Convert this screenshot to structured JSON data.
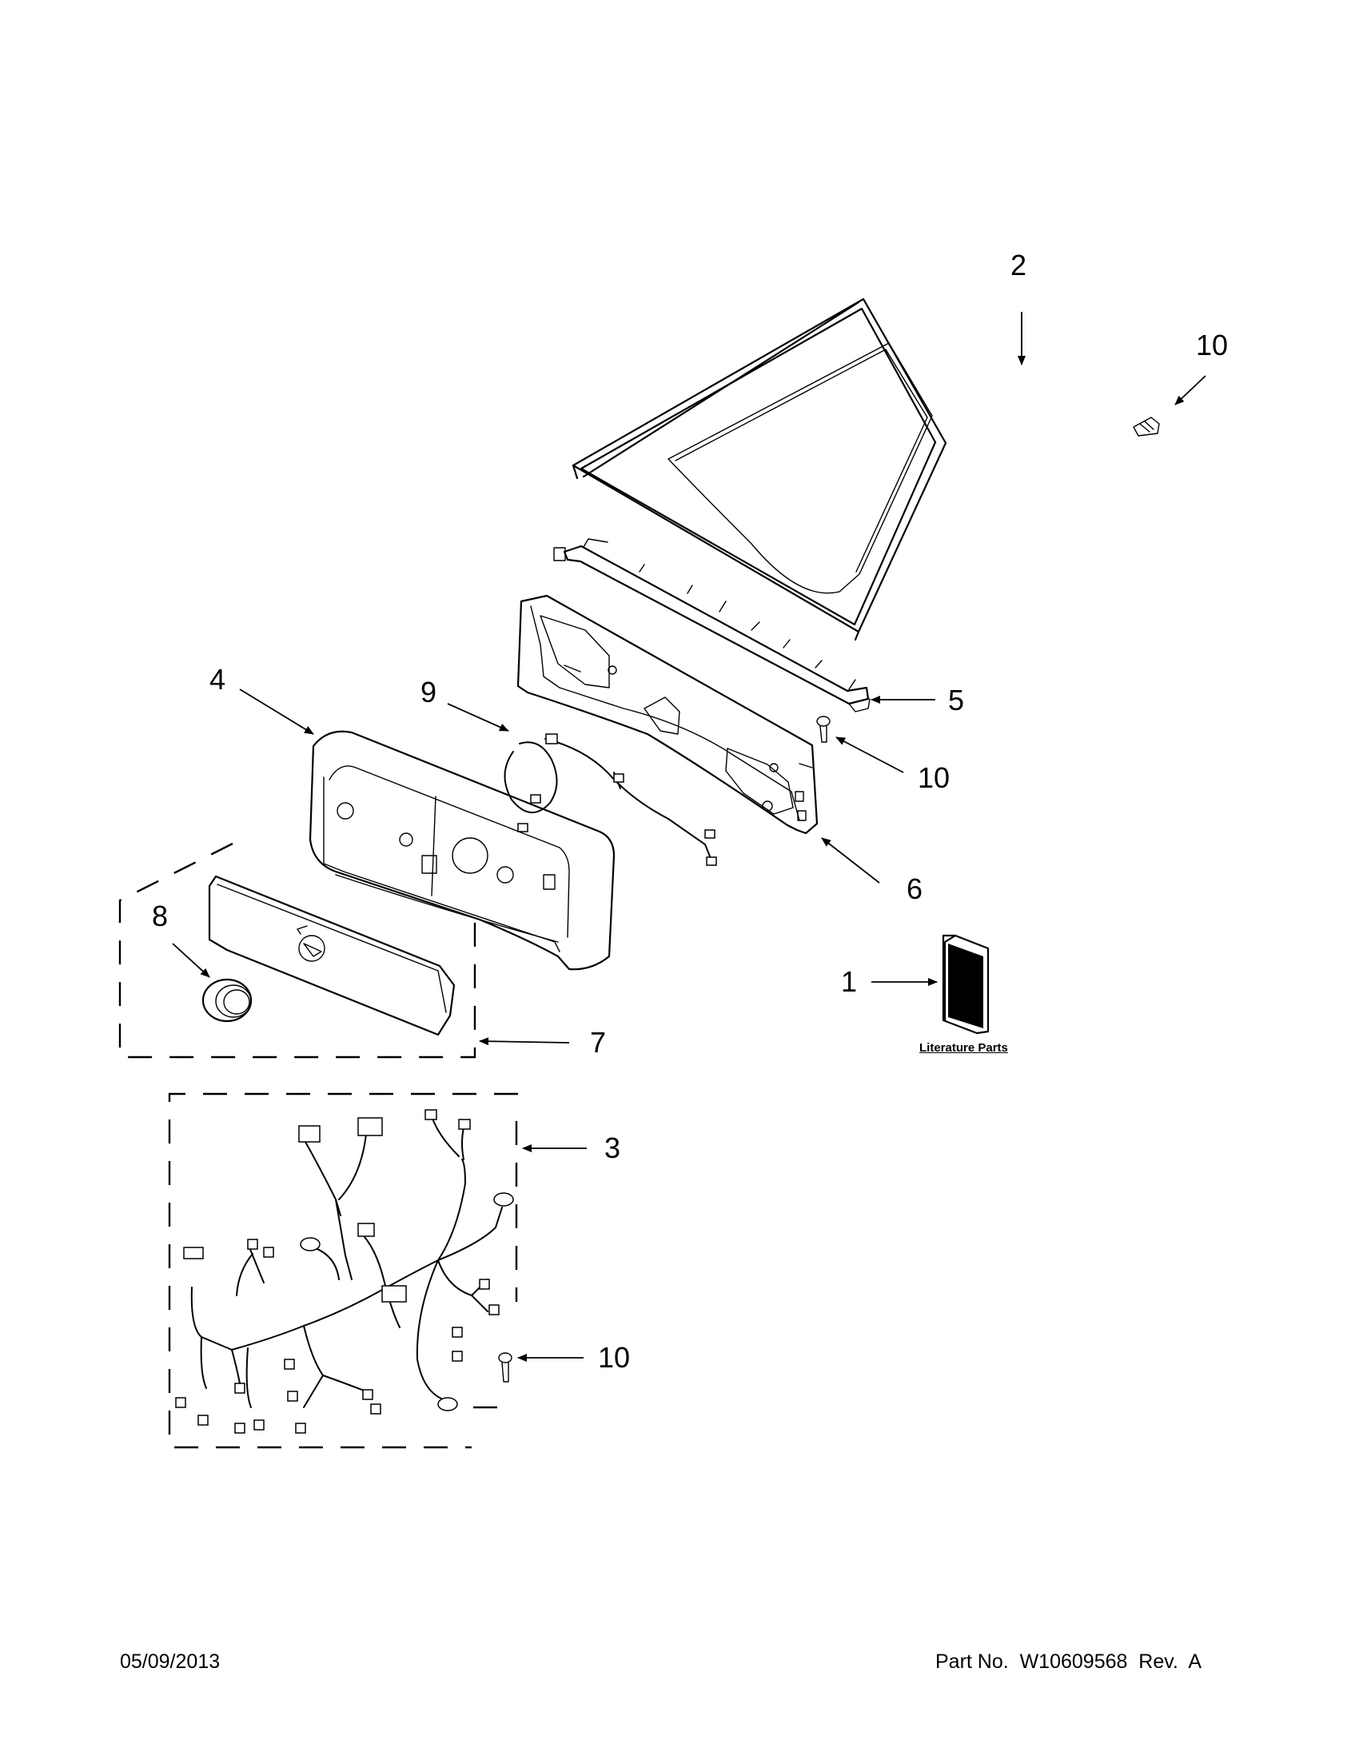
{
  "callouts": {
    "c2": "2",
    "c10_top": "10",
    "c5": "5",
    "c10_mid": "10",
    "c6": "6",
    "c9": "9",
    "c4": "4",
    "c8": "8",
    "c7": "7",
    "c1": "1",
    "c3": "3",
    "c10_bottom": "10"
  },
  "literature_label": "Literature Parts",
  "footer": {
    "date": "05/09/2013",
    "part_number": "Part No.  W10609568  Rev.  A"
  }
}
